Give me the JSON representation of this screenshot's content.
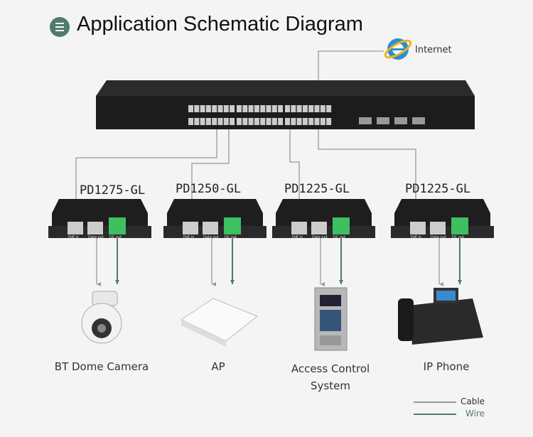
{
  "title": "Application Schematic Diagram",
  "internet": {
    "label": "Internet",
    "icon": "internet-explorer-icon"
  },
  "devices": [
    {
      "model": "PD1275-GL",
      "device": "BT Dome Camera"
    },
    {
      "model": "PD1250-GL",
      "device": "AP"
    },
    {
      "model": "PD1225-GL",
      "device": "Access Control System"
    },
    {
      "model": "PD1225-GL",
      "device": "IP Phone"
    }
  ],
  "ports": {
    "poe_in": "PoE in",
    "data_out": "Data out",
    "dc_out": "DC out"
  },
  "legend": {
    "cable": "Cable",
    "wire": "Wire"
  },
  "colors": {
    "cable": "#999999",
    "wire": "#4e7b6e",
    "accent": "#4e7b6e"
  }
}
